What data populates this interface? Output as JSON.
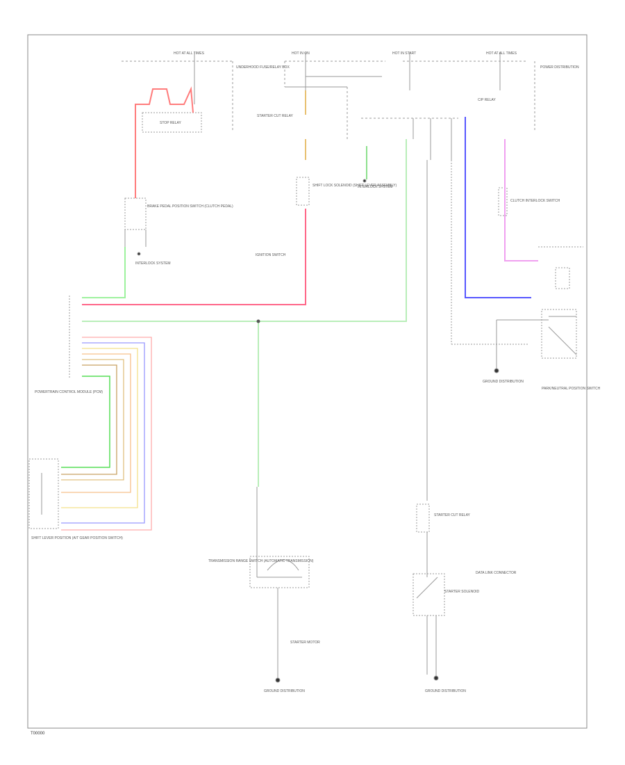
{
  "footer": {
    "code": "T00000"
  },
  "labels": {
    "hot_at_all_times": "HOT AT ALL TIMES",
    "hot_in_on": "HOT IN ON",
    "hot_in_start": "HOT IN START",
    "underhood_fuse_box": "UNDERHOOD FUSE/RELAY BOX",
    "starter_cut_relay": "STARTER CUT RELAY",
    "stop_relay": "STOP RELAY",
    "cp_relay": "C/P RELAY",
    "brake_pedal_switch": "BRAKE PEDAL POSITION SWITCH (CLUTCH PEDAL)",
    "shift_lock_solenoid": "SHIFT LOCK SOLENOID (SHIFT LEVER ASSEMBLY)",
    "interlock_system": "INTERLOCK SYSTEM",
    "pcm": "POWERTRAIN CONTROL MODULE (PCM)",
    "shift_lever_position": "SHIFT LEVER POSITION (A/T GEAR POSITION SWITCH)",
    "transmission_range_switch": "TRANSMISSION RANGE SWITCH (AUTOMATIC TRANSMISSION)",
    "park_neutral_switch": "PARK/NEUTRAL POSITION SWITCH",
    "ground_dist": "GROUND DISTRIBUTION",
    "starter_motor": "STARTER MOTOR",
    "starter_solenoid": "STARTER SOLENOID",
    "ignition_switch": "IGNITION SWITCH",
    "clutch_interlock": "CLUTCH INTERLOCK SWITCH",
    "power_dist": "POWER DISTRIBUTION",
    "data_link": "DATA LINK CONNECTOR"
  }
}
